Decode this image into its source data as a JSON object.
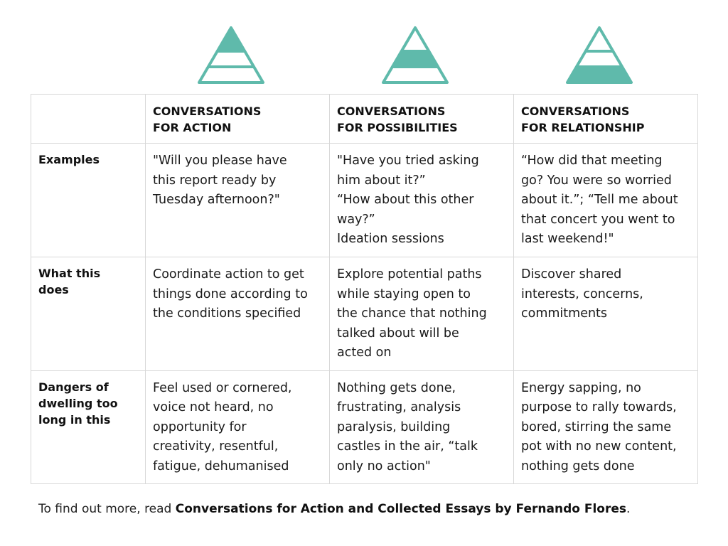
{
  "theme": {
    "accent": "#5fbaab",
    "border": "#d8d8d8"
  },
  "icons": [
    {
      "name": "pyramid-top-filled-icon",
      "filled_level": "top"
    },
    {
      "name": "pyramid-middle-filled-icon",
      "filled_level": "middle"
    },
    {
      "name": "pyramid-bottom-filled-icon",
      "filled_level": "bottom"
    }
  ],
  "table": {
    "columns": [
      "CONVERSATIONS\nFOR ACTION",
      "CONVERSATIONS\nFOR POSSIBILITIES",
      "CONVERSATIONS\nFOR RELATIONSHIP"
    ],
    "rows": [
      {
        "label": "Examples",
        "cells": [
          "\"Will you please have\nthis report ready by\nTuesday afternoon?\"",
          "\"Have you tried asking\nhim about it?”\n“How about this other\nway?”\nIdeation sessions",
          "“How did that meeting\ngo? You were so worried\nabout it.”; “Tell me about\nthat concert you went to\nlast weekend!\""
        ]
      },
      {
        "label": "What this\ndoes",
        "cells": [
          "Coordinate action to get\nthings done according to\nthe conditions specified",
          "Explore potential paths\nwhile staying open to\nthe chance that nothing\ntalked about will be\nacted on",
          "Discover shared\ninterests, concerns,\ncommitments"
        ]
      },
      {
        "label": "Dangers of\ndwelling too\nlong in this",
        "cells": [
          "Feel used or cornered,\nvoice not heard, no\nopportunity for\ncreativity, resentful,\nfatigue, dehumanised",
          "Nothing gets done,\nfrustrating, analysis\nparalysis, building\ncastles in the air, “talk\nonly no action\"",
          "Energy sapping, no\npurpose to rally towards,\nbored, stirring the same\npot with no new content,\nnothing gets done"
        ]
      }
    ]
  },
  "footer": {
    "prefix": "To find out more, read ",
    "book": "Conversations for Action and Collected Essays by Fernando Flores",
    "suffix": "."
  }
}
